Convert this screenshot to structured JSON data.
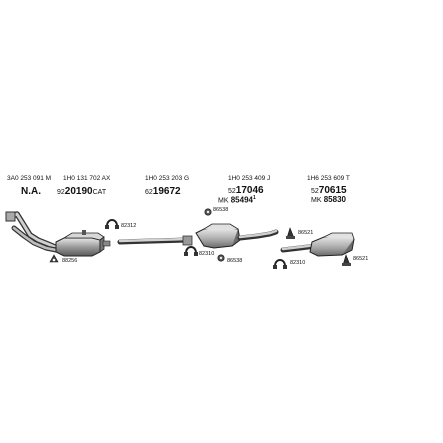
{
  "columns": [
    {
      "part": "3A0 253 091 M",
      "main_pre": "",
      "main": "N.A.",
      "alt": ""
    },
    {
      "part": "1H0 131 702 AX",
      "main_pre": "92",
      "main": "20190",
      "suffix": "CAT",
      "alt": ""
    },
    {
      "part": "1H0 253 203 G",
      "main_pre": "62",
      "main": "19672",
      "alt": ""
    },
    {
      "part": "1H0 253 409 J",
      "main_pre": "52",
      "main": "17046",
      "alt_pre": "MK",
      "alt": "85494",
      "alt_sup": "1"
    },
    {
      "part": "1H6 253 609 T",
      "main_pre": "52",
      "main": "70615",
      "alt_pre": "MK",
      "alt": "85830"
    }
  ],
  "small_parts": {
    "p82312": "82312",
    "p86538a": "86538",
    "p82310": "82310",
    "p88256": "88256",
    "p86538b": "86538",
    "p86521a": "86521",
    "p82310b": "82310",
    "p86521b": "86521"
  }
}
